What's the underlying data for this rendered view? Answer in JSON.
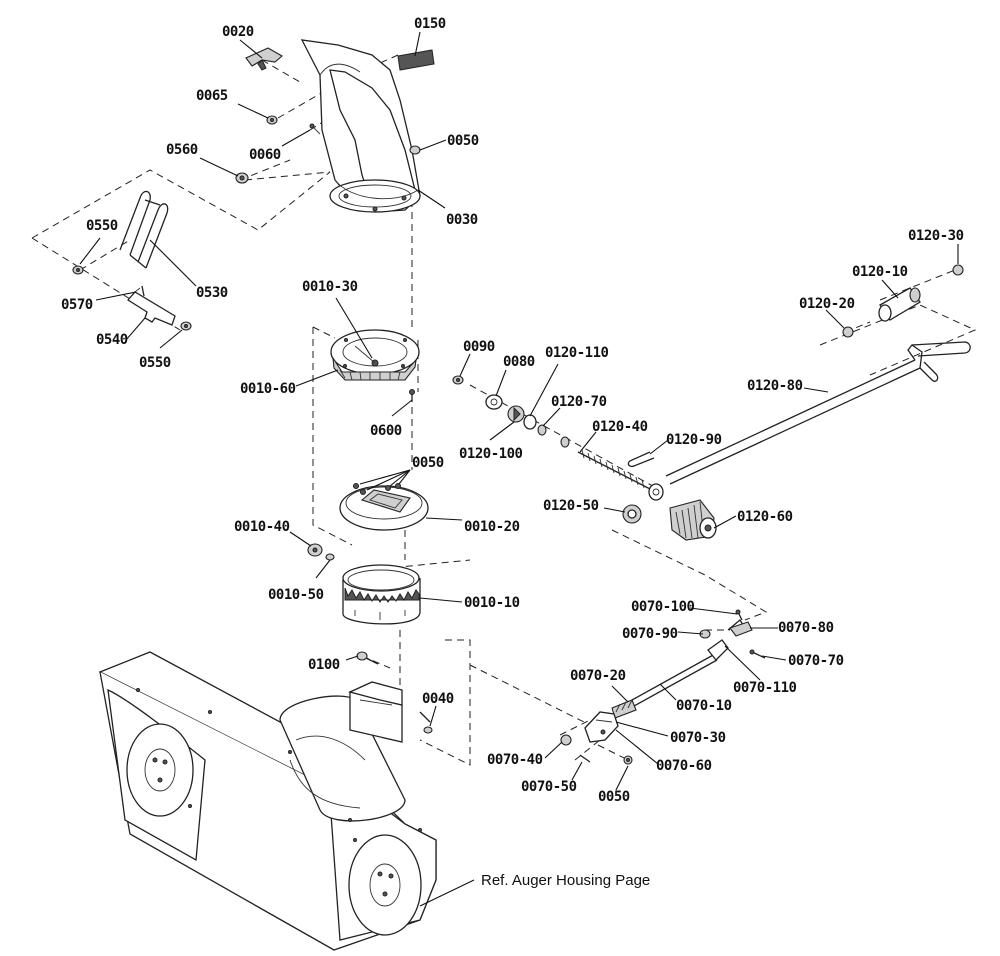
{
  "diagram": {
    "parts": [
      {
        "id": "p0020",
        "label": "0020"
      },
      {
        "id": "p0150",
        "label": "0150"
      },
      {
        "id": "p0065",
        "label": "0065"
      },
      {
        "id": "p0060",
        "label": "0060"
      },
      {
        "id": "p0050a",
        "label": "0050"
      },
      {
        "id": "p0560",
        "label": "0560"
      },
      {
        "id": "p0030",
        "label": "0030"
      },
      {
        "id": "p0550a",
        "label": "0550"
      },
      {
        "id": "p0530",
        "label": "0530"
      },
      {
        "id": "p0570",
        "label": "0570"
      },
      {
        "id": "p0540",
        "label": "0540"
      },
      {
        "id": "p0550b",
        "label": "0550"
      },
      {
        "id": "p0010_30",
        "label": "0010-30"
      },
      {
        "id": "p0010_60",
        "label": "0010-60"
      },
      {
        "id": "p0600",
        "label": "0600"
      },
      {
        "id": "p0050b",
        "label": "0050"
      },
      {
        "id": "p0010_20",
        "label": "0010-20"
      },
      {
        "id": "p0010_40",
        "label": "0010-40"
      },
      {
        "id": "p0010_50",
        "label": "0010-50"
      },
      {
        "id": "p0010_10",
        "label": "0010-10"
      },
      {
        "id": "p0100",
        "label": "0100"
      },
      {
        "id": "p0040",
        "label": "0040"
      },
      {
        "id": "p0090",
        "label": "0090"
      },
      {
        "id": "p0080",
        "label": "0080"
      },
      {
        "id": "p0120_110",
        "label": "0120-110"
      },
      {
        "id": "p0120_70",
        "label": "0120-70"
      },
      {
        "id": "p0120_100",
        "label": "0120-100"
      },
      {
        "id": "p0120_40",
        "label": "0120-40"
      },
      {
        "id": "p0120_90",
        "label": "0120-90"
      },
      {
        "id": "p0120_50",
        "label": "0120-50"
      },
      {
        "id": "p0120_60",
        "label": "0120-60"
      },
      {
        "id": "p0120_30",
        "label": "0120-30"
      },
      {
        "id": "p0120_10",
        "label": "0120-10"
      },
      {
        "id": "p0120_20",
        "label": "0120-20"
      },
      {
        "id": "p0120_80",
        "label": "0120-80"
      },
      {
        "id": "p0070_100",
        "label": "0070-100"
      },
      {
        "id": "p0070_90",
        "label": "0070-90"
      },
      {
        "id": "p0070_80",
        "label": "0070-80"
      },
      {
        "id": "p0070_70",
        "label": "0070-70"
      },
      {
        "id": "p0070_110",
        "label": "0070-110"
      },
      {
        "id": "p0070_20",
        "label": "0070-20"
      },
      {
        "id": "p0070_10",
        "label": "0070-10"
      },
      {
        "id": "p0070_30",
        "label": "0070-30"
      },
      {
        "id": "p0070_40",
        "label": "0070-40"
      },
      {
        "id": "p0070_60",
        "label": "0070-60"
      },
      {
        "id": "p0070_50",
        "label": "0070-50"
      },
      {
        "id": "p0050c",
        "label": "0050"
      }
    ],
    "reference_note": "Ref. Auger Housing Page"
  }
}
